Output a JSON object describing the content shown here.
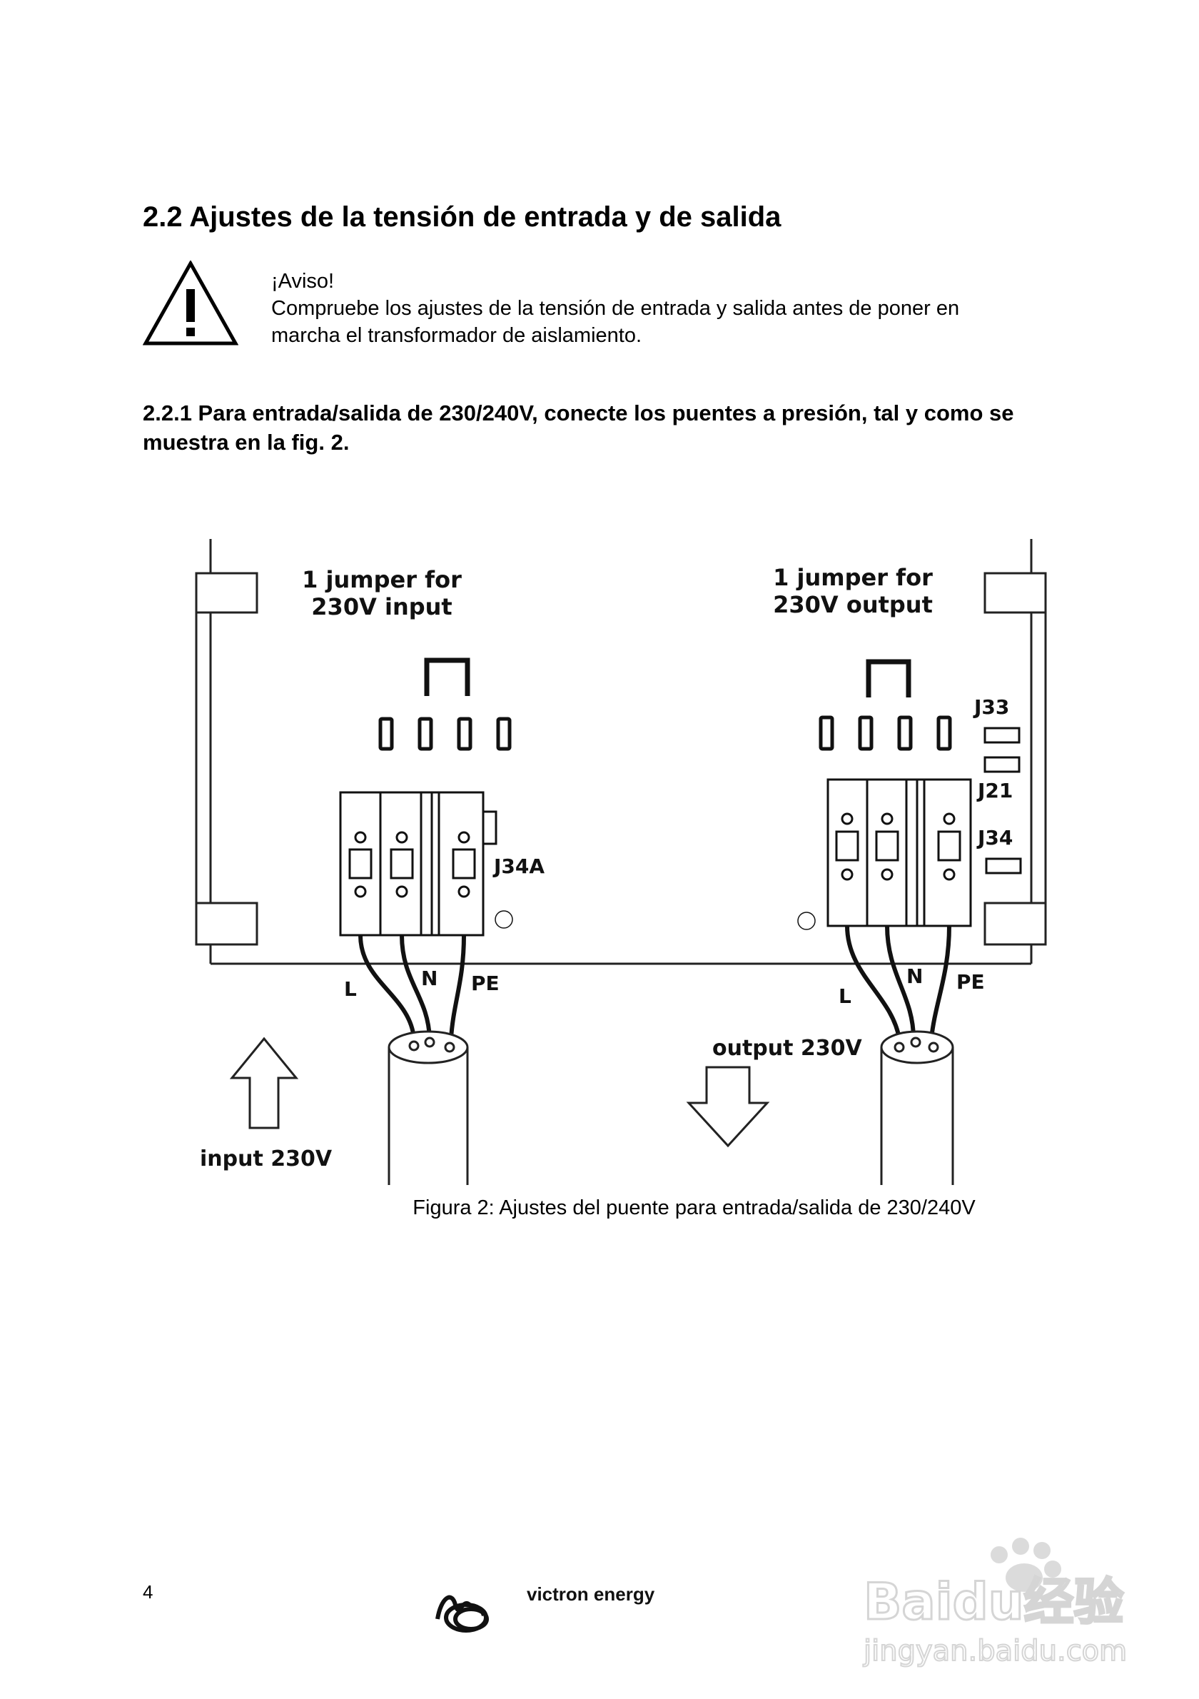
{
  "heading": "2.2 Ajustes de la tensión de entrada y de salida",
  "warning": {
    "title": "¡Aviso!",
    "line1": "Compruebe los ajustes de la tensión de entrada y salida antes de poner en",
    "line2": "marcha el transformador de aislamiento."
  },
  "subheading": {
    "line1": "2.2.1 Para entrada/salida de 230/240V, conecte los puentes a presión, tal y como se",
    "line2": "muestra en la fig. 2."
  },
  "figure": {
    "left_jumper": {
      "line1": "1 jumper   for",
      "line2": "230V input"
    },
    "right_jumper": {
      "line1": "1 jumper   for",
      "line2": "230V output"
    },
    "label_j33": "J33",
    "label_j21": "J21",
    "label_j34": "J34",
    "label_j34a": "J34A",
    "left_wires": {
      "l": "L",
      "n": "N",
      "pe": "PE"
    },
    "right_wires": {
      "l": "L",
      "n": "N",
      "pe": "PE"
    },
    "input_label": "input  230V",
    "output_label": "output  230V"
  },
  "caption": "Figura 2: Ajustes del puente para entrada/salida de 230/240V",
  "footer": {
    "page_number": "4",
    "brand": "victron energy"
  },
  "watermark": {
    "brand": "Baidu经验",
    "url": "jingyan.baidu.com"
  }
}
